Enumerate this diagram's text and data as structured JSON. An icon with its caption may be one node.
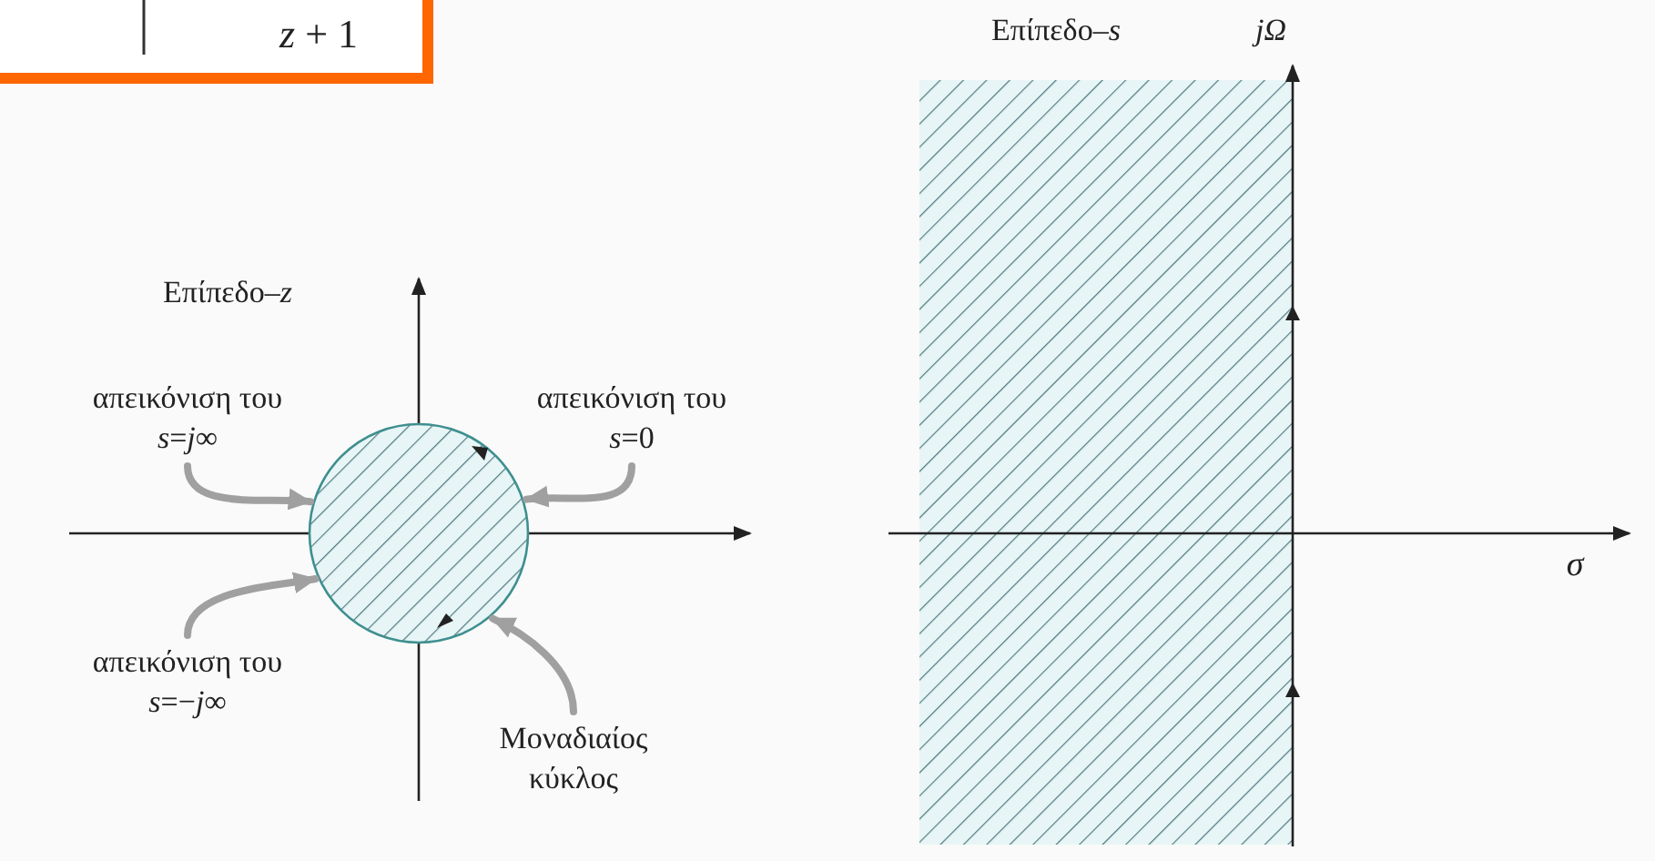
{
  "diagram": {
    "nodes": [
      {
        "text": [
          "απεικόνιση του *s*=*j*∞"
        ]
      },
      {
        "text": [
          "απεικόνιση του *s*=0"
        ]
      },
      {
        "text": [
          "απεικόνιση του *s*=−*j*∞"
        ]
      },
      {
        "text": [
          "Μοναδιαίος κύκλος"
        ]
      },
      {
        "text": [],
        "shape": "circle"
      }
    ],
    "edges": [
      {
        "from": 0,
        "to": 4,
        "arrow": "to"
      },
      {
        "from": 1,
        "to": 4,
        "arrow": "to"
      },
      {
        "from": 2,
        "to": 4,
        "arrow": "to"
      },
      {
        "from": 3,
        "to": 4,
        "arrow": "to"
      }
    ],
    "labels": [
      "*z* + 1",
      "Επίπεδο–*s*",
      "jΩ",
      "Επίπεδο–*z*",
      "σ"
    ]
  }
}
